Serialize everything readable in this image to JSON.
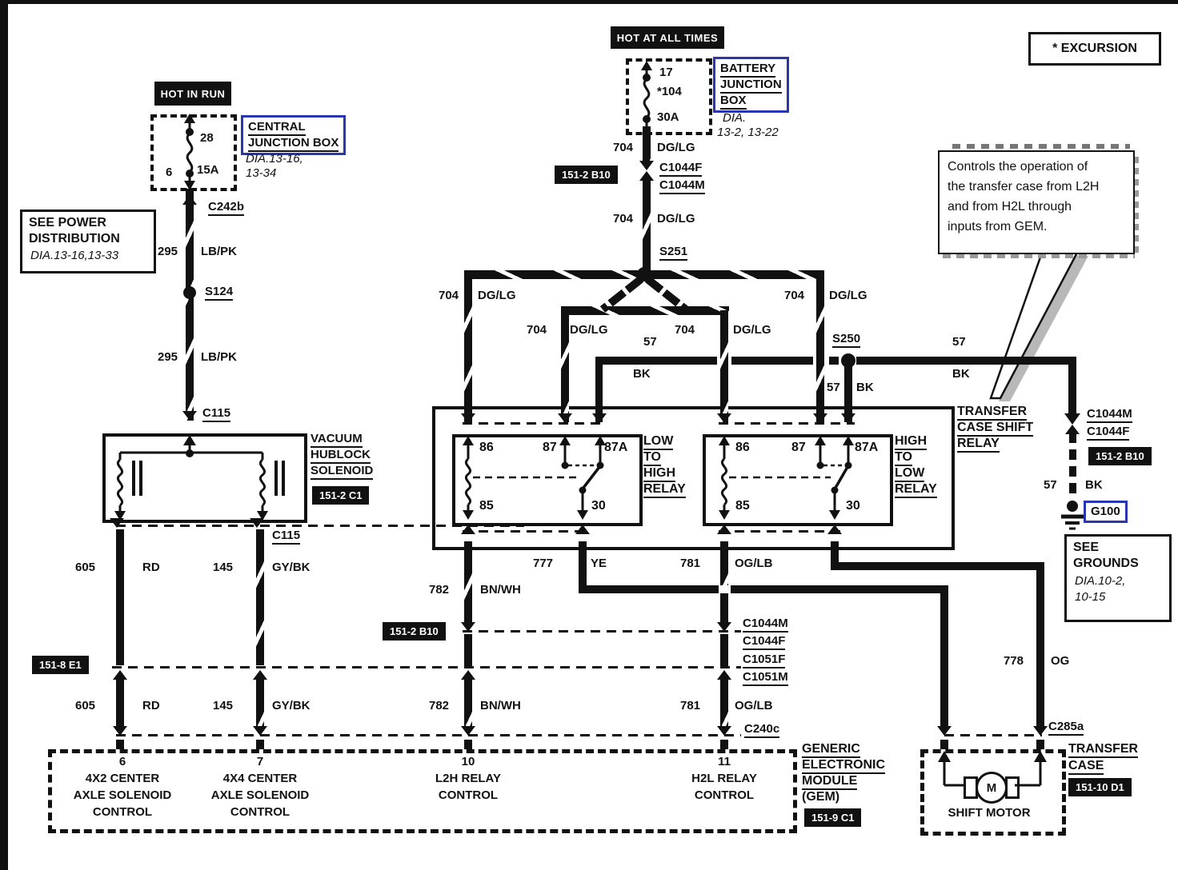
{
  "frame": {
    "excursion": "* EXCURSION"
  },
  "note": {
    "l1": "Controls the operation of",
    "l2": "the transfer case from L2H",
    "l3": "and from H2L through",
    "l4": "inputs from GEM."
  },
  "left_feed": {
    "banner": "HOT IN RUN",
    "fuse_row": "28",
    "fuse_amp": "15A",
    "fuse_pin": "6",
    "box1": "CENTRAL",
    "box2": "JUNCTION BOX",
    "dia1": "DIA.13-16,",
    "dia2": "13-34"
  },
  "center_feed": {
    "banner": "HOT AT ALL TIMES",
    "fuse_row": "17",
    "fuse_alt": "*104",
    "fuse_amp": "30A",
    "box1": "BATTERY",
    "box2": "JUNCTION",
    "box3": "BOX",
    "dia1": "DIA.",
    "dia2": "13-2, 13-22"
  },
  "power_dist": {
    "l1": "SEE POWER",
    "l2": "DISTRIBUTION",
    "l3": "DIA.13-16,13-33"
  },
  "grounds": {
    "l1": "SEE",
    "l2": "GROUNDS",
    "l3": "DIA.10-2,",
    "l4": "10-15"
  },
  "solenoid": {
    "l1": "VACUUM",
    "l2": "HUBLOCK",
    "l3": "SOLENOID",
    "ref": "151-2 C1"
  },
  "shift_relay_label": {
    "l1": "TRANSFER",
    "l2": "CASE SHIFT",
    "l3": "RELAY"
  },
  "relay_low_high": {
    "l1": "LOW",
    "l2": "TO",
    "l3": "HIGH",
    "l4": "RELAY"
  },
  "relay_high_low": {
    "l1": "HIGH",
    "l2": "TO",
    "l3": "LOW",
    "l4": "RELAY"
  },
  "relay_pins": {
    "p86": "86",
    "p87": "87",
    "p87a": "87A",
    "p85": "85",
    "p30": "30"
  },
  "wires": {
    "w295": {
      "num": "295",
      "color": "LB/PK"
    },
    "w704": {
      "num": "704",
      "color": "DG/LG"
    },
    "w57": {
      "num": "57",
      "color": "BK"
    },
    "w605": {
      "num": "605",
      "color": "RD"
    },
    "w145": {
      "num": "145",
      "color": "GY/BK"
    },
    "w782": {
      "num": "782",
      "color": "BN/WH"
    },
    "w777": {
      "num": "777",
      "color": "YE"
    },
    "w781": {
      "num": "781",
      "color": "OG/LB"
    },
    "w778": {
      "num": "778",
      "color": "OG"
    }
  },
  "connectors": {
    "c242b": "C242b",
    "s124": "S124",
    "c115": "C115",
    "s251": "S251",
    "s250": "S250",
    "c1044f": "C1044F",
    "c1044m": "C1044M",
    "c1051f": "C1051F",
    "c1051m": "C1051M",
    "c240c": "C240c",
    "c285a": "C285a",
    "g100": "G100"
  },
  "refs": {
    "r151_2_b10": "151-2 B10",
    "r151_8_e1": "151-8 E1",
    "r151_9_c1": "151-9 C1",
    "r151_10_d1": "151-10 D1"
  },
  "gem": {
    "t1": "GENERIC",
    "t2": "ELECTRONIC",
    "t3": "MODULE",
    "t4": "(GEM)",
    "pin6_n": "6",
    "pin6_l1": "4X2 CENTER",
    "pin6_l2": "AXLE SOLENOID",
    "pin6_l3": "CONTROL",
    "pin7_n": "7",
    "pin7_l1": "4X4 CENTER",
    "pin7_l2": "AXLE SOLENOID",
    "pin7_l3": "CONTROL",
    "pin10_n": "10",
    "pin10_l1": "L2H RELAY",
    "pin10_l2": "CONTROL",
    "pin11_n": "11",
    "pin11_l1": "H2L RELAY",
    "pin11_l2": "CONTROL"
  },
  "transfer_case": {
    "t1": "TRANSFER",
    "t2": "CASE",
    "motor": "SHIFT MOTOR",
    "m": "M"
  },
  "colors": {
    "line": "#111111",
    "blue": "#2a36b1",
    "shadow": "#b0b0b0"
  }
}
